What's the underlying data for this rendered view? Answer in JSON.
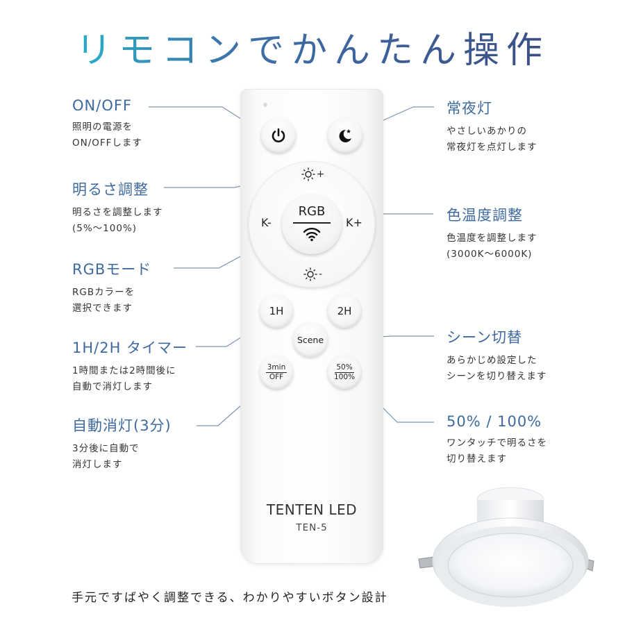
{
  "page_title": "リモコンでかんたん操作",
  "features": {
    "onoff": {
      "title": "ON/OFF",
      "desc": "照明の電源を\nON/OFFします"
    },
    "brightness": {
      "title": "明るさ調整",
      "desc": "明るさを調整します\n(5%〜100%)"
    },
    "rgb_mode": {
      "title": "RGBモード",
      "desc": "RGBカラーを\n選択できます"
    },
    "timer": {
      "title": "1H/2H タイマー",
      "desc": "1時間または2時間後に\n自動で消灯します"
    },
    "auto_off": {
      "title": "自動消灯(3分)",
      "desc": "3分後に自動で\n消灯します"
    },
    "night_light": {
      "title": "常夜灯",
      "desc": "やさしいあかりの\n常夜灯を点灯します"
    },
    "color_temp": {
      "title": "色温度調整",
      "desc": "色温度を調整します\n(3000K〜6000K)"
    },
    "scene": {
      "title": "シーン切替",
      "desc": "あらかじめ設定した\nシーンを切り替えます"
    },
    "percent": {
      "title": "50% / 100%",
      "desc": "ワンタッチで明るさを\n切り替えます"
    }
  },
  "remote": {
    "brand": "TENTEN LED",
    "model": "TEN-5",
    "dpad": {
      "center": "RGB",
      "left": "K-",
      "right": "K+",
      "top_plus": "+",
      "bottom_minus": "-"
    },
    "buttons": {
      "one_hour": "1H",
      "two_hour": "2H",
      "scene": "Scene",
      "three_min_top": "3min",
      "three_min_bottom": "OFF",
      "percent_top": "50%",
      "percent_bottom": "100%"
    }
  },
  "footer": "手元ですばやく調整できる、わかりやすいボタン設計",
  "colors": {
    "accent": "#3e6aa0",
    "line": "#7d93b3",
    "title_gradient_start": "#27b0c9"
  },
  "icons": [
    "power-icon",
    "moon-star-icon",
    "sun-plus-icon",
    "sun-minus-icon",
    "wifi-icon"
  ]
}
